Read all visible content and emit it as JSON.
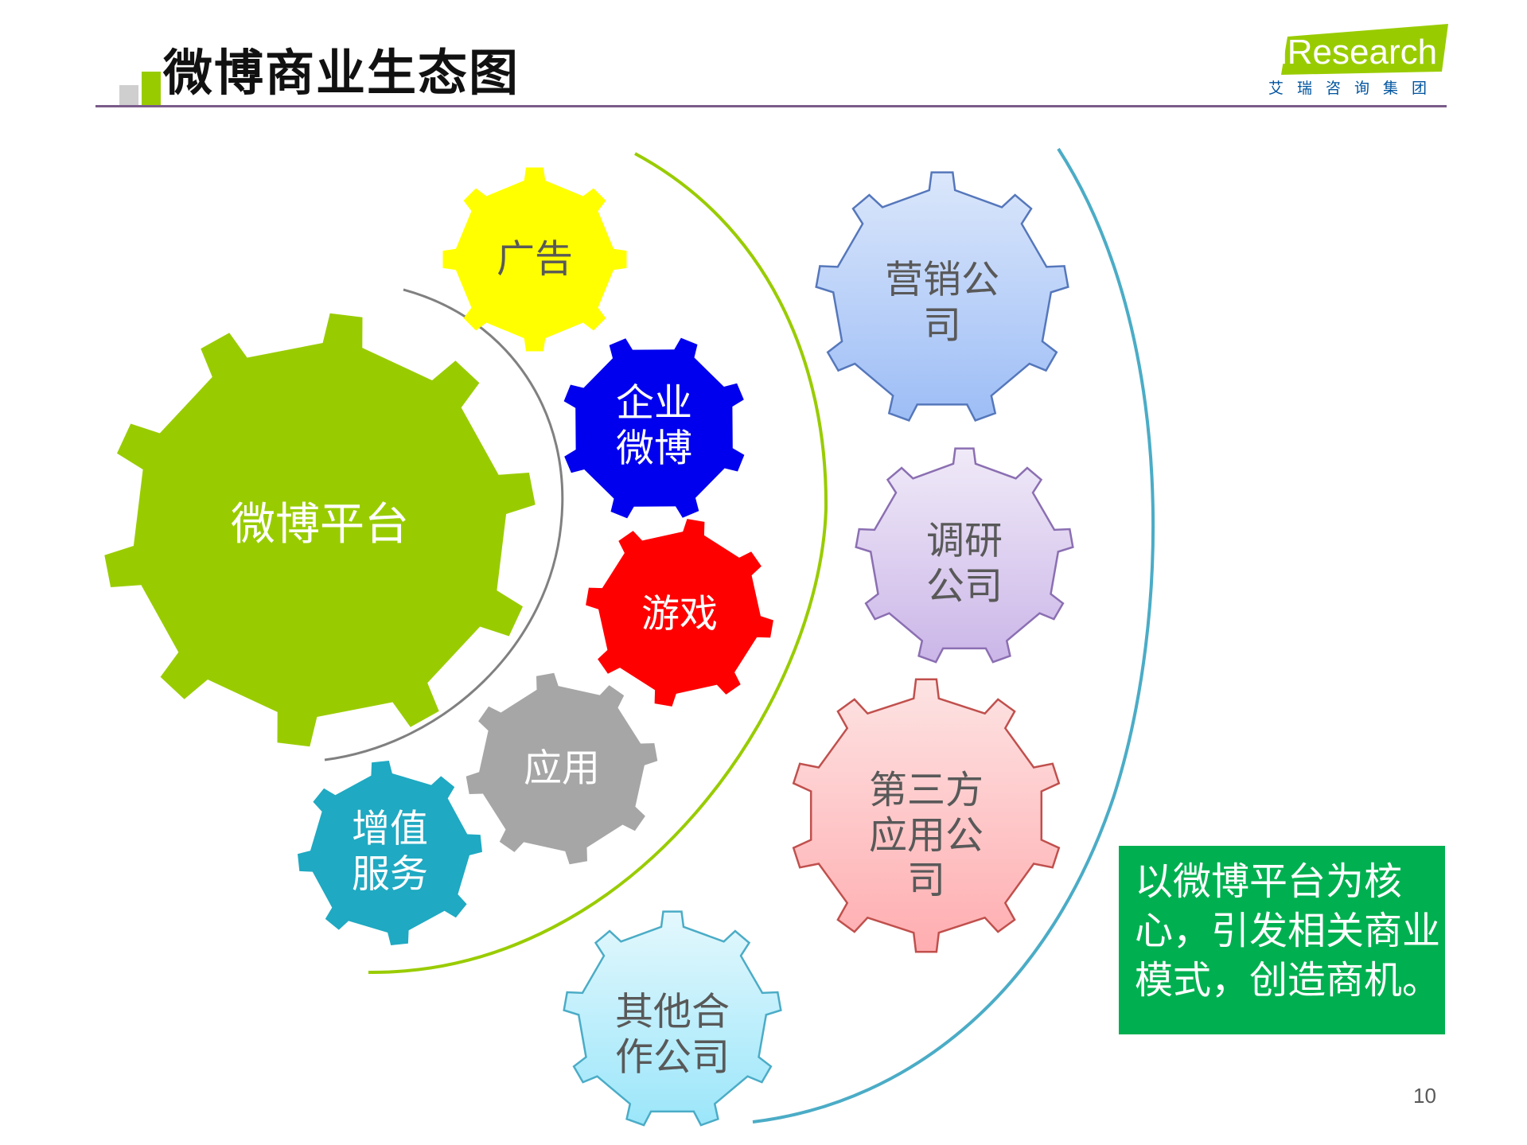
{
  "slide": {
    "title": "微博商业生态图",
    "page_number": "10",
    "note": "以微博平台为核心，引发相关商业模式，创造商机。"
  },
  "logo": {
    "wordmark": "iResearch",
    "subtitle": "艾瑞咨询集团",
    "color": "#99cc00"
  },
  "gears": [
    {
      "id": "platform",
      "label": "微博平台",
      "color": "#99cc00"
    },
    {
      "id": "ads",
      "label": "广告",
      "color": "#ffff00"
    },
    {
      "id": "enterprise",
      "label": "企业\n微博",
      "color": "#0000ee"
    },
    {
      "id": "games",
      "label": "游戏",
      "color": "#ff0000"
    },
    {
      "id": "apps",
      "label": "应用",
      "color": "#a6a6a6"
    },
    {
      "id": "value-added",
      "label": "增值\n服务",
      "color": "#1fa9c2"
    },
    {
      "id": "marketing",
      "label": "营销公\n司",
      "color": "#a9c4f5"
    },
    {
      "id": "research",
      "label": "调研\n公司",
      "color": "#d9c7ee"
    },
    {
      "id": "third-party",
      "label": "第三方\n应用公\n司",
      "color": "#ffb3b5"
    },
    {
      "id": "partners",
      "label": "其他合\n作公司",
      "color": "#b3ecfb"
    }
  ]
}
